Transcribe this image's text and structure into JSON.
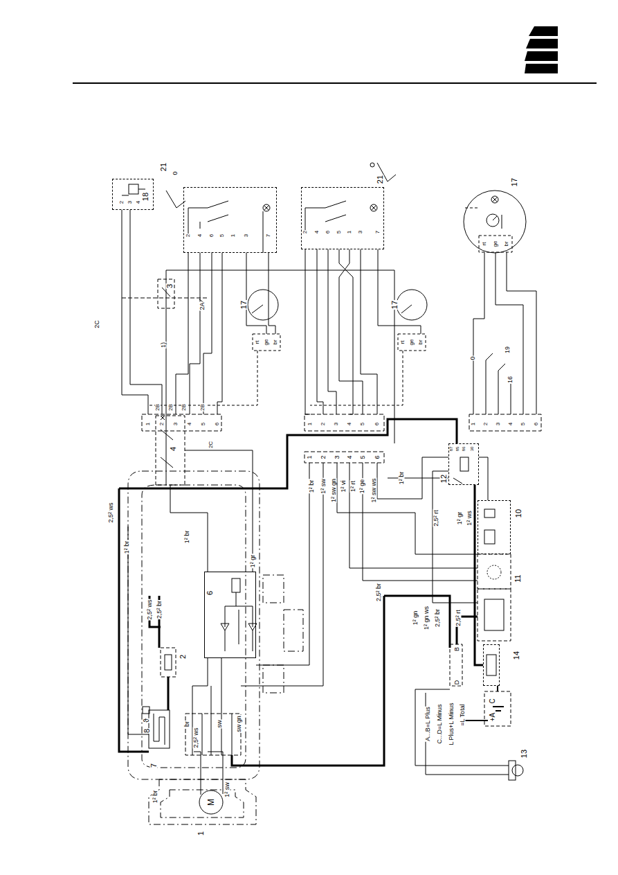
{
  "diagram": {
    "nodes": [
      {
        "text": [
          "18"
        ]
      },
      {
        "text": [
          "21"
        ]
      },
      {
        "text": [
          "21"
        ]
      },
      {
        "text": [
          "12"
        ]
      },
      {
        "text": [
          "10"
        ]
      },
      {
        "text": [
          "14"
        ]
      },
      {
        "text": [
          "6"
        ]
      }
    ],
    "edges": [
      {
        "from": 5,
        "to": 3,
        "arrow": "none"
      }
    ],
    "labels": [
      "M",
      "1",
      "1² br",
      "1² sw",
      "7",
      "8",
      "ϑ",
      "2,5² ws",
      "1² br",
      "2,5² ws",
      "2,5² br",
      "2",
      "br",
      "2,5² ws",
      "sw",
      "sw gn",
      "3",
      "4",
      "1² br",
      "1² gr",
      "1",
      "2",
      "3",
      "4",
      "5",
      "6",
      "1² br",
      "1² sw",
      "1² sw gn",
      "1² vi",
      "1² rt",
      "1² ge",
      "1² sw ws",
      "1² br",
      "2,5² rt",
      "1² gr",
      "1² ws",
      "87",
      "85",
      "86",
      "30",
      "11",
      "2,5² br",
      "1² gn",
      "1² gn ws",
      "2,5² br",
      "2,5² rt",
      "B",
      "D",
      "C",
      "+A",
      "A...B=L Plus",
      "C...D=L Minus",
      "L Plus+L Minus",
      "=L Total",
      "13",
      "2C",
      "2",
      "3",
      "4",
      "2A",
      "1)",
      "0",
      "2",
      "4",
      "6",
      "5",
      "1",
      "3",
      "7",
      "17",
      "rt",
      "ge",
      "br",
      "2B",
      "2B",
      "2B",
      "2B",
      "2C",
      "1",
      "2",
      "3",
      "4",
      "5",
      "6",
      "2",
      "4",
      "6",
      "5",
      "1",
      "3",
      "7",
      "17",
      "rt",
      "ge",
      "br",
      "1",
      "2",
      "3",
      "4",
      "5",
      "6",
      "17",
      "rt",
      "ge",
      "br",
      "0",
      "19",
      "16",
      "1",
      "2",
      "3",
      "4",
      "5",
      "6"
    ]
  }
}
